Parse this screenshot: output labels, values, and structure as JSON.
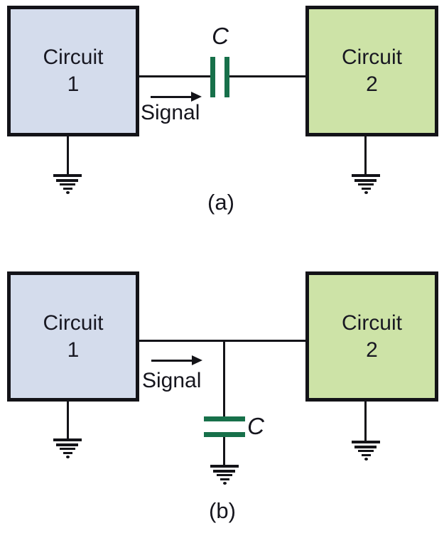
{
  "colors": {
    "circuit1_fill": "#d4dcec",
    "circuit2_fill": "#cde3a7",
    "capacitor_green": "#17704a",
    "line_black": "#131318"
  },
  "panel_a": {
    "panel_label": "(a)",
    "circuit1_name": "Circuit",
    "circuit1_number": "1",
    "circuit2_name": "Circuit",
    "circuit2_number": "2",
    "capacitor_label": "C",
    "signal_label": "Signal"
  },
  "panel_b": {
    "panel_label": "(b)",
    "circuit1_name": "Circuit",
    "circuit1_number": "1",
    "circuit2_name": "Circuit",
    "circuit2_number": "2",
    "capacitor_label": "C",
    "signal_label": "Signal"
  }
}
